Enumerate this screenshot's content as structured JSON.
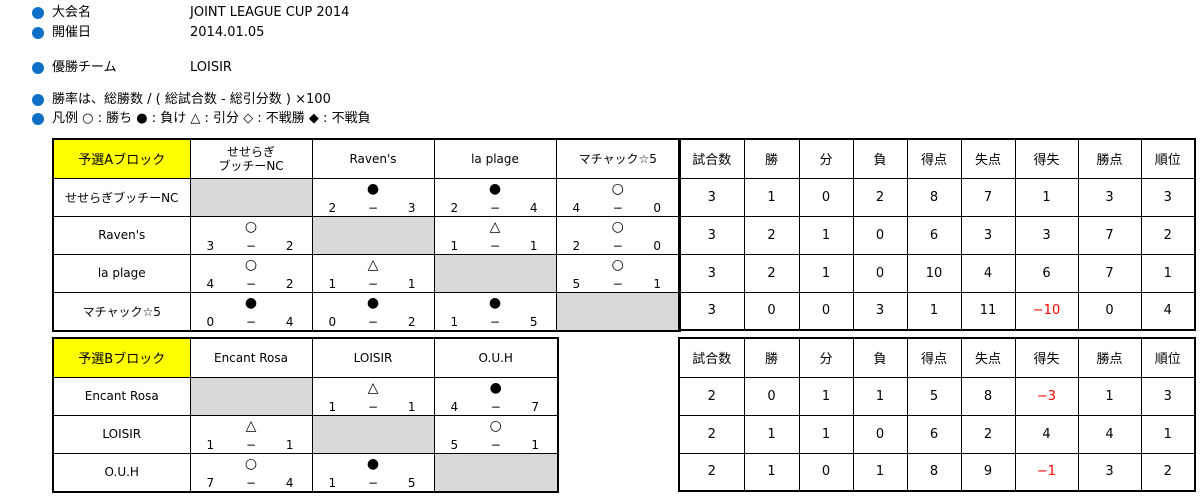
{
  "info": {
    "tournament_label": "大会名",
    "tournament_value": "JOINT LEAGUE CUP 2014",
    "date_label": "開催日",
    "date_value": "2014.01.05",
    "winner_label": "優勝チーム",
    "winner_value": "LOISIR",
    "rate_text": "勝率は、総勝数 / ( 総試合数 - 総引分数 ) ×100",
    "legend_text": "凡例 ○ : 勝ち ● : 負け △ : 引分 ◇ : 不戦勝 ◆ : 不戦負"
  },
  "stat_headers": [
    "試合数",
    "勝",
    "分",
    "負",
    "得点",
    "失点",
    "得失",
    "勝点",
    "順位"
  ],
  "block_a": {
    "title": "予選Aブロック",
    "cols": [
      "せせらぎ\nブッチーNC",
      "Raven's",
      "la plage",
      "マチャック☆5"
    ],
    "rows": [
      {
        "name": "せせらぎブッチーNC",
        "cells": [
          null,
          {
            "s": "●",
            "l": "2",
            "r": "3"
          },
          {
            "s": "●",
            "l": "2",
            "r": "4"
          },
          {
            "s": "○",
            "l": "4",
            "r": "0"
          }
        ],
        "stats": [
          "3",
          "1",
          "0",
          "2",
          "8",
          "7",
          "1",
          "3",
          "3"
        ]
      },
      {
        "name": "Raven's",
        "cells": [
          {
            "s": "○",
            "l": "3",
            "r": "2"
          },
          null,
          {
            "s": "△",
            "l": "1",
            "r": "1"
          },
          {
            "s": "○",
            "l": "2",
            "r": "0"
          }
        ],
        "stats": [
          "3",
          "2",
          "1",
          "0",
          "6",
          "3",
          "3",
          "7",
          "2"
        ]
      },
      {
        "name": "la plage",
        "cells": [
          {
            "s": "○",
            "l": "4",
            "r": "2"
          },
          {
            "s": "△",
            "l": "1",
            "r": "1"
          },
          null,
          {
            "s": "○",
            "l": "5",
            "r": "1"
          }
        ],
        "stats": [
          "3",
          "2",
          "1",
          "0",
          "10",
          "4",
          "6",
          "7",
          "1"
        ]
      },
      {
        "name": "マチャック☆5",
        "cells": [
          {
            "s": "●",
            "l": "0",
            "r": "4"
          },
          {
            "s": "●",
            "l": "0",
            "r": "2"
          },
          {
            "s": "●",
            "l": "1",
            "r": "5"
          },
          null
        ],
        "stats": [
          "3",
          "0",
          "0",
          "3",
          "1",
          "11",
          "−10",
          "0",
          "4"
        ]
      }
    ]
  },
  "block_b": {
    "title": "予選Bブロック",
    "cols": [
      "Encant Rosa",
      "LOISIR",
      "O.U.H"
    ],
    "rows": [
      {
        "name": "Encant Rosa",
        "cells": [
          null,
          {
            "s": "△",
            "l": "1",
            "r": "1"
          },
          {
            "s": "●",
            "l": "4",
            "r": "7"
          }
        ],
        "stats": [
          "2",
          "0",
          "1",
          "1",
          "5",
          "8",
          "−3",
          "1",
          "3"
        ]
      },
      {
        "name": "LOISIR",
        "cells": [
          {
            "s": "△",
            "l": "1",
            "r": "1"
          },
          null,
          {
            "s": "○",
            "l": "5",
            "r": "1"
          }
        ],
        "stats": [
          "2",
          "1",
          "1",
          "0",
          "6",
          "2",
          "4",
          "4",
          "1"
        ]
      },
      {
        "name": "O.U.H",
        "cells": [
          {
            "s": "○",
            "l": "7",
            "r": "4"
          },
          {
            "s": "●",
            "l": "1",
            "r": "5"
          },
          null
        ],
        "stats": [
          "2",
          "1",
          "0",
          "1",
          "8",
          "9",
          "−1",
          "3",
          "2"
        ]
      }
    ]
  },
  "dash": "−",
  "negative_color": "#ff0000",
  "header_color": "#ffff00",
  "grey_color": "#d9d9d9"
}
